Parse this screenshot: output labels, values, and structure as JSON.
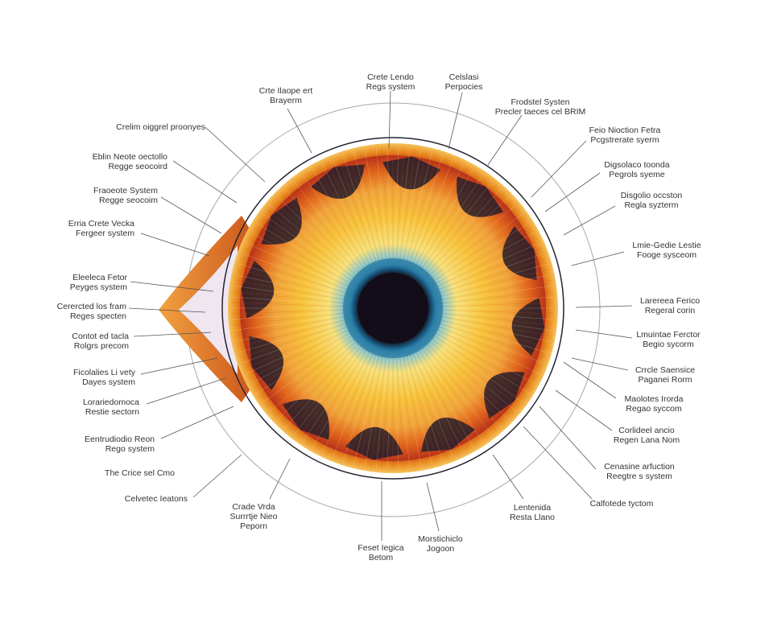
{
  "diagram": {
    "colors": {
      "rim": "#e8891e",
      "iris_yellow": "#f7c23a",
      "iris_orange": "#e0641c",
      "lobe_dark": "#2a1f2a",
      "blue_ring": "#2d7fa8",
      "pupil": "#120d18",
      "outer_circle": "#9a9a9a",
      "leader": "#555555"
    },
    "labels": [
      {
        "lines": [
          "Crelim oiggrel proonyes"
        ]
      },
      {
        "lines": [
          "Eblin Neote oectollo",
          "Regge seocoird"
        ]
      },
      {
        "lines": [
          "Fraoeote System",
          "Regge seocoim"
        ]
      },
      {
        "lines": [
          "Erria Crete Vecka",
          "Fergeer system"
        ]
      },
      {
        "lines": [
          "Eleeleca Fetor",
          "Peyges system"
        ]
      },
      {
        "lines": [
          "Cerercted los fram",
          "Reges specten"
        ]
      },
      {
        "lines": [
          "Contot ed tacla",
          "Rolgrs precom"
        ]
      },
      {
        "lines": [
          "Ficolalies Li vety",
          "Dayes system"
        ]
      },
      {
        "lines": [
          "Lorariedomoca",
          "Restie sectorn"
        ]
      },
      {
        "lines": [
          "Eentrudiodio Reon",
          "Rego system"
        ]
      },
      {
        "lines": [
          "The Crice sel Cmo"
        ]
      },
      {
        "lines": [
          "Celvetec Ieatons"
        ]
      },
      {
        "lines": [
          "Crade Vrda",
          "Surrrtje Nieo",
          "Peporn"
        ]
      },
      {
        "lines": [
          "Feset Iegica",
          "Betom"
        ]
      },
      {
        "lines": [
          "Morstichiclo",
          "Jogoon"
        ]
      },
      {
        "lines": [
          "Lentenida",
          "Resta Llano"
        ]
      },
      {
        "lines": [
          "Calfotede tyctom"
        ]
      },
      {
        "lines": [
          "Cenasine arfuction",
          "Reegtre s system"
        ]
      },
      {
        "lines": [
          "Corlideel ancio",
          "Regen Lana Nom"
        ]
      },
      {
        "lines": [
          "Maolotes Irorda",
          "Regao syccom"
        ]
      },
      {
        "lines": [
          "Crrcle Saensice",
          "Paganei Rorm"
        ]
      },
      {
        "lines": [
          "Lmuintae Ferctor",
          "Begio sycorm"
        ]
      },
      {
        "lines": [
          "Larereea Ferico",
          "Regeral corin"
        ]
      },
      {
        "lines": [
          "Lmie-Gedie Lestie",
          "Fooge sysceom"
        ]
      },
      {
        "lines": [
          "Disgolio occston",
          "Regla syzterm"
        ]
      },
      {
        "lines": [
          "Digsolaco toonda",
          "Pegrols syeme"
        ]
      },
      {
        "lines": [
          "Feio Nioction Fetra",
          "Pcgstrerate syerm"
        ]
      },
      {
        "lines": [
          "Frodstel Systen",
          "Precler taeces cel BRIM"
        ]
      },
      {
        "lines": [
          "Celslasi",
          "Perpocies"
        ]
      },
      {
        "lines": [
          "Crete Lendo",
          "Regs system"
        ]
      },
      {
        "lines": [
          "Crte Ilaope ert",
          "Brayerm"
        ]
      }
    ]
  }
}
